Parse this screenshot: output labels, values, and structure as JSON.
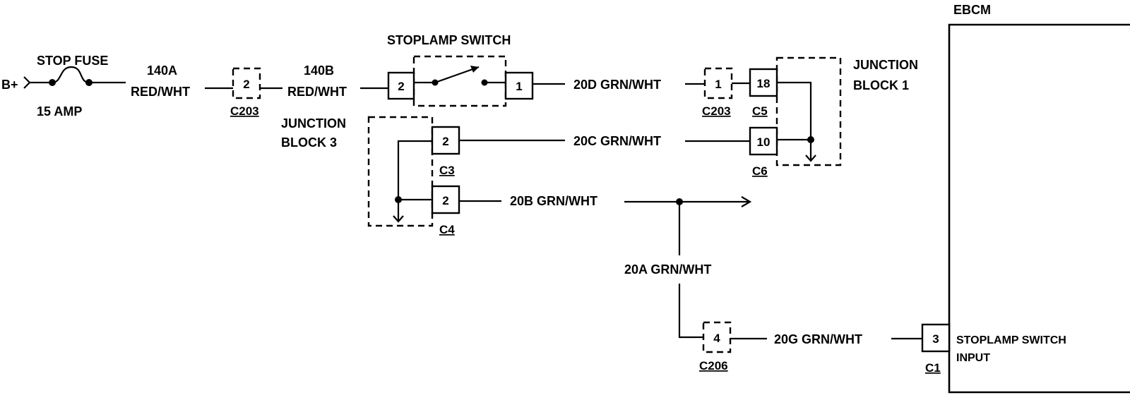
{
  "supply": {
    "label": "B+"
  },
  "fuse": {
    "name": "STOP FUSE",
    "rating": "15 AMP"
  },
  "wires": {
    "w140a": {
      "circuit": "140A",
      "color": "RED/WHT"
    },
    "w140b": {
      "circuit": "140B",
      "color": "RED/WHT"
    },
    "w20d": "20D GRN/WHT",
    "w20c": "20C GRN/WHT",
    "w20b": "20B GRN/WHT",
    "w20a": "20A GRN/WHT",
    "w20g": "20G GRN/WHT"
  },
  "switch": {
    "name": "STOPLAMP SWITCH",
    "pin_in": "2",
    "pin_out": "1"
  },
  "connectors": {
    "c203_left": {
      "pin": "2",
      "name": "C203"
    },
    "c203_right": {
      "pin": "1",
      "name": "C203"
    },
    "c5": {
      "pin": "18",
      "name": "C5"
    },
    "c6": {
      "pin": "10",
      "name": "C6"
    },
    "c3": {
      "pin": "2",
      "name": "C3"
    },
    "c4": {
      "pin": "2",
      "name": "C4"
    },
    "c206": {
      "pin": "4",
      "name": "C206"
    },
    "c1": {
      "pin": "3",
      "name": "C1"
    }
  },
  "junction_block_1": {
    "line1": "JUNCTION",
    "line2": "BLOCK 1"
  },
  "junction_block_3": {
    "line1": "JUNCTION",
    "line2": "BLOCK 3"
  },
  "ebcm": {
    "name": "EBCM",
    "input_line1": "STOPLAMP SWITCH",
    "input_line2": "INPUT"
  }
}
